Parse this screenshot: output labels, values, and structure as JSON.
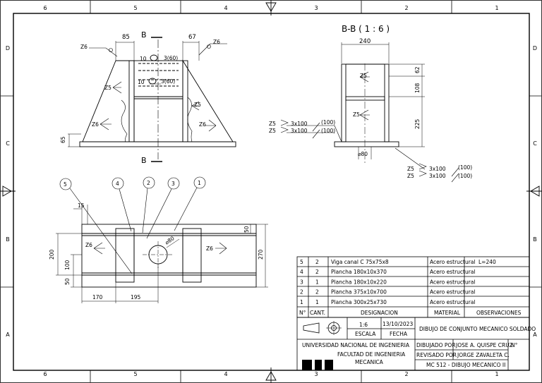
{
  "grid": {
    "columns": [
      "6",
      "5",
      "4",
      "3",
      "2",
      "1"
    ],
    "rows": [
      "D",
      "C",
      "B",
      "A"
    ]
  },
  "section": {
    "title": "B-B ( 1 : 6 )",
    "cut_label": "B",
    "dims": {
      "width": "240",
      "h_top": "62",
      "h_mid": "108",
      "h_bot": "225",
      "dia": "⌀80"
    },
    "welds": [
      {
        "left": "Z5",
        "right": "3x100",
        "spacing": "(100)"
      },
      {
        "left": "Z5",
        "right": "3x100",
        "spacing": "(100)"
      }
    ],
    "inner_welds": [
      "Z5",
      "Z5"
    ]
  },
  "front": {
    "dims": {
      "top_left": "85",
      "top_right": "67",
      "left_h": "65"
    },
    "holes": [
      {
        "n": "10",
        "d": "3(60)"
      },
      {
        "n": "10",
        "d": "3(60)"
      }
    ],
    "welds": [
      "Z6",
      "Z6",
      "Z5",
      "Z5",
      "Z6",
      "Z6"
    ]
  },
  "plan": {
    "balloons": [
      "5",
      "4",
      "2",
      "3",
      "1"
    ],
    "dims": {
      "d15": "15",
      "d200": "200",
      "d100": "100",
      "d50": "50",
      "d170": "170",
      "d195": "195",
      "d270": "270",
      "d50r": "50",
      "dia": "⌀80"
    },
    "welds": [
      "Z6",
      "Z6"
    ]
  },
  "bom": {
    "rows": [
      {
        "n": "5",
        "cant": "2",
        "desig": "Viga canal C 75x75x8",
        "mat": "Acero estructural",
        "obs": "L=240"
      },
      {
        "n": "4",
        "cant": "2",
        "desig": "Plancha 180x10x370",
        "mat": "Acero estructural",
        "obs": ""
      },
      {
        "n": "3",
        "cant": "1",
        "desig": "Plancha 180x10x220",
        "mat": "Acero estructural",
        "obs": ""
      },
      {
        "n": "2",
        "cant": "2",
        "desig": "Plancha 375x10x700",
        "mat": "Acero estructural",
        "obs": ""
      },
      {
        "n": "1",
        "cant": "1",
        "desig": "Plancha 300x25x730",
        "mat": "Acero estructural",
        "obs": ""
      }
    ],
    "header": {
      "n": "N°",
      "cant": "CANT.",
      "desig": "DESIGNACION",
      "mat": "MATERIAL",
      "obs": "OBSERVACIONES"
    }
  },
  "title_block": {
    "scale": "1:6",
    "scale_label": "ESCALA",
    "date": "13/10/2023",
    "date_label": "FECHA",
    "title": "DIBUJO DE CONJUNTO MECANICO SOLDADO",
    "university": "UNIVERSIDAD NACIONAL DE INGENIERIA",
    "faculty_1": "FACULTAD DE INGENIERIA",
    "faculty_2": "MECANICA",
    "drawn_label": "DIBUJADO POR",
    "drawn_by": "JOSE A. QUISPE CRUZ",
    "checked_label": "REVISADO POR",
    "checked_by": "JORGE ZAVALETA C.",
    "course": "MC 512 - DIBUJO MECANICO II",
    "number_label": "N°"
  }
}
